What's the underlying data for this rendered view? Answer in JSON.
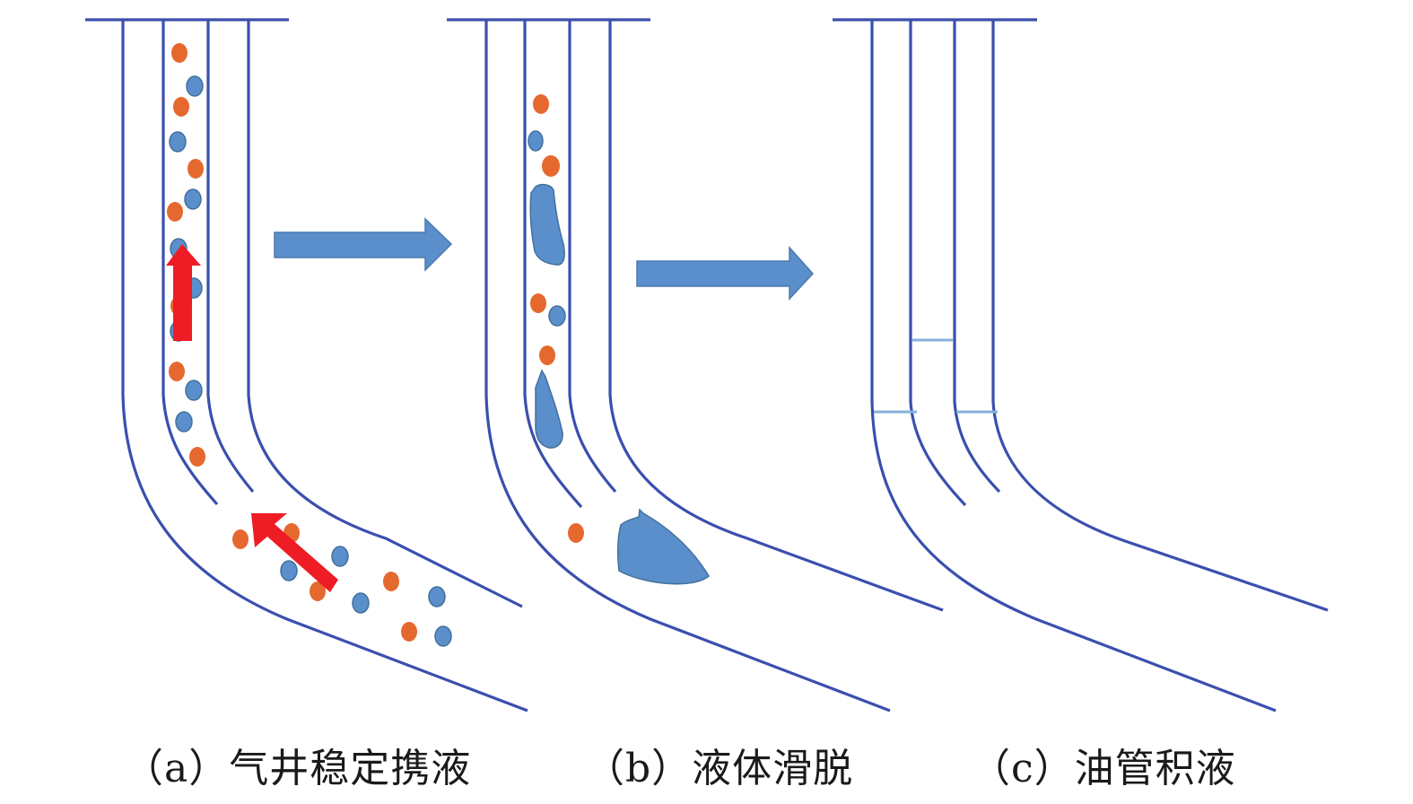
{
  "figure": {
    "panels": [
      {
        "id": "a",
        "caption": "（a）气井稳定携液",
        "state": "stable liquid carrying",
        "contents": [
          "orange droplets",
          "blue droplets",
          "red flow arrows"
        ]
      },
      {
        "id": "b",
        "caption": "（b）液体滑脱",
        "state": "liquid slippage",
        "contents": [
          "orange droplets",
          "blue droplets",
          "blue liquid slugs"
        ]
      },
      {
        "id": "c",
        "caption": "（c）油管积液",
        "state": "tubing liquid loading",
        "contents": [
          "liquid level lines"
        ]
      }
    ],
    "transitions": [
      {
        "from": "a",
        "to": "b",
        "icon": "right-arrow-icon"
      },
      {
        "from": "b",
        "to": "c",
        "icon": "right-arrow-icon"
      }
    ]
  },
  "colors": {
    "pipe": "#3a4fae",
    "droplet_orange": "#e5692f",
    "droplet_blue": "#5b8fcb",
    "liquid": "#5b8fcb",
    "flow_arrow": "#ee1c25",
    "transition_arrow": "#5b8fcb",
    "liquid_level": "#86b2dc"
  }
}
